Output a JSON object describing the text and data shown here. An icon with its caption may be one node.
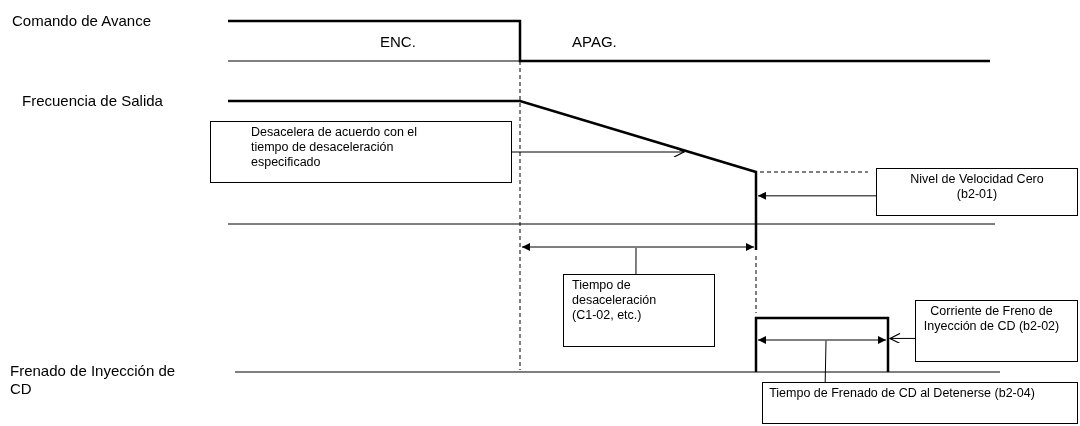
{
  "diagram": {
    "nodes": [
      {
        "text": [
          "Desacelera de acuerdo con el tiempo de desaceleración especificado"
        ]
      },
      {
        "text": [
          "Nivel de Velocidad Cero (b2-01)"
        ]
      },
      {
        "text": [
          "Tiempo de desaceleración (C1-02, etc.)"
        ]
      },
      {
        "text": [
          "Corriente de Freno de Inyección de CD (b2-02)"
        ]
      },
      {
        "text": [
          "Tiempo de Frenado de CD al Detenerse (b2-04)"
        ]
      },
      {
        "text": [],
        "shape": "box"
      }
    ],
    "edges": [
      {
        "from": 0,
        "to": null,
        "arrow": "to"
      },
      {
        "from": 1,
        "to": null,
        "arrow": "to"
      },
      {
        "from": 2,
        "to": null,
        "arrow": "none"
      },
      {
        "from": 3,
        "to": 5,
        "arrow": "to"
      },
      {
        "from": 4,
        "to": 5,
        "arrow": "none"
      }
    ],
    "labels": [
      "Comando de Avance",
      "ENC.",
      "APAG.",
      "Frecuencia de Salida",
      "Frenado de Inyección de CD"
    ]
  }
}
